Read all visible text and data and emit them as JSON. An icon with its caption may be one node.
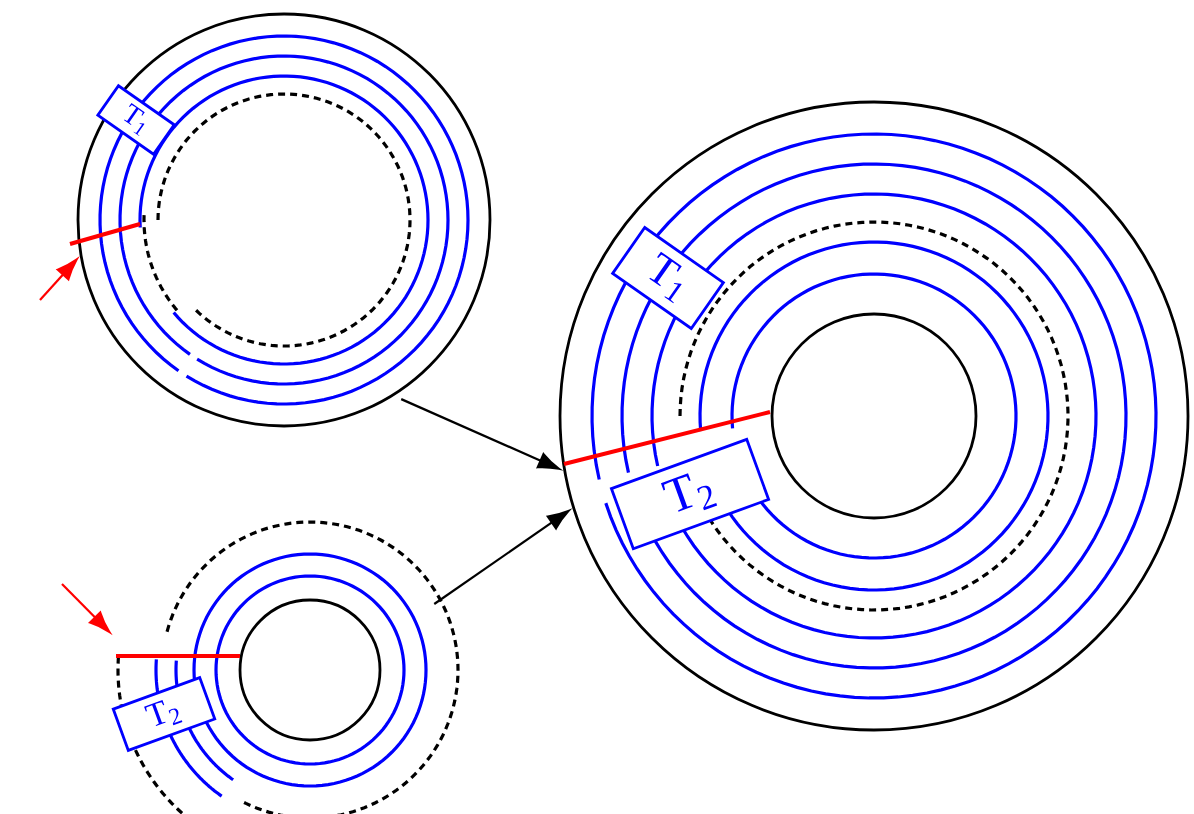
{
  "diagram": {
    "nodes": [
      {
        "text": [],
        "shape": "circle"
      },
      {
        "text": [
          "T$_{1}$"
        ],
        "in": 0
      },
      {
        "text": [],
        "shape": "circle"
      },
      {
        "text": [
          "T$_{2}$"
        ],
        "in": 2
      },
      {
        "text": [],
        "shape": "circle"
      },
      {
        "text": [
          "T$_{1}$"
        ],
        "in": 4
      },
      {
        "text": [
          "T$_{2}$"
        ],
        "in": 4
      }
    ],
    "edges": [
      {
        "from": null,
        "to": 0,
        "arrow": "to",
        "color": "#ff0000"
      },
      {
        "from": null,
        "to": 2,
        "arrow": "to",
        "color": "#ff0000"
      },
      {
        "from": 0,
        "to": 4,
        "arrow": "to",
        "color": "#000000"
      },
      {
        "from": 2,
        "to": 4,
        "arrow": "to",
        "color": "#000000"
      }
    ]
  }
}
